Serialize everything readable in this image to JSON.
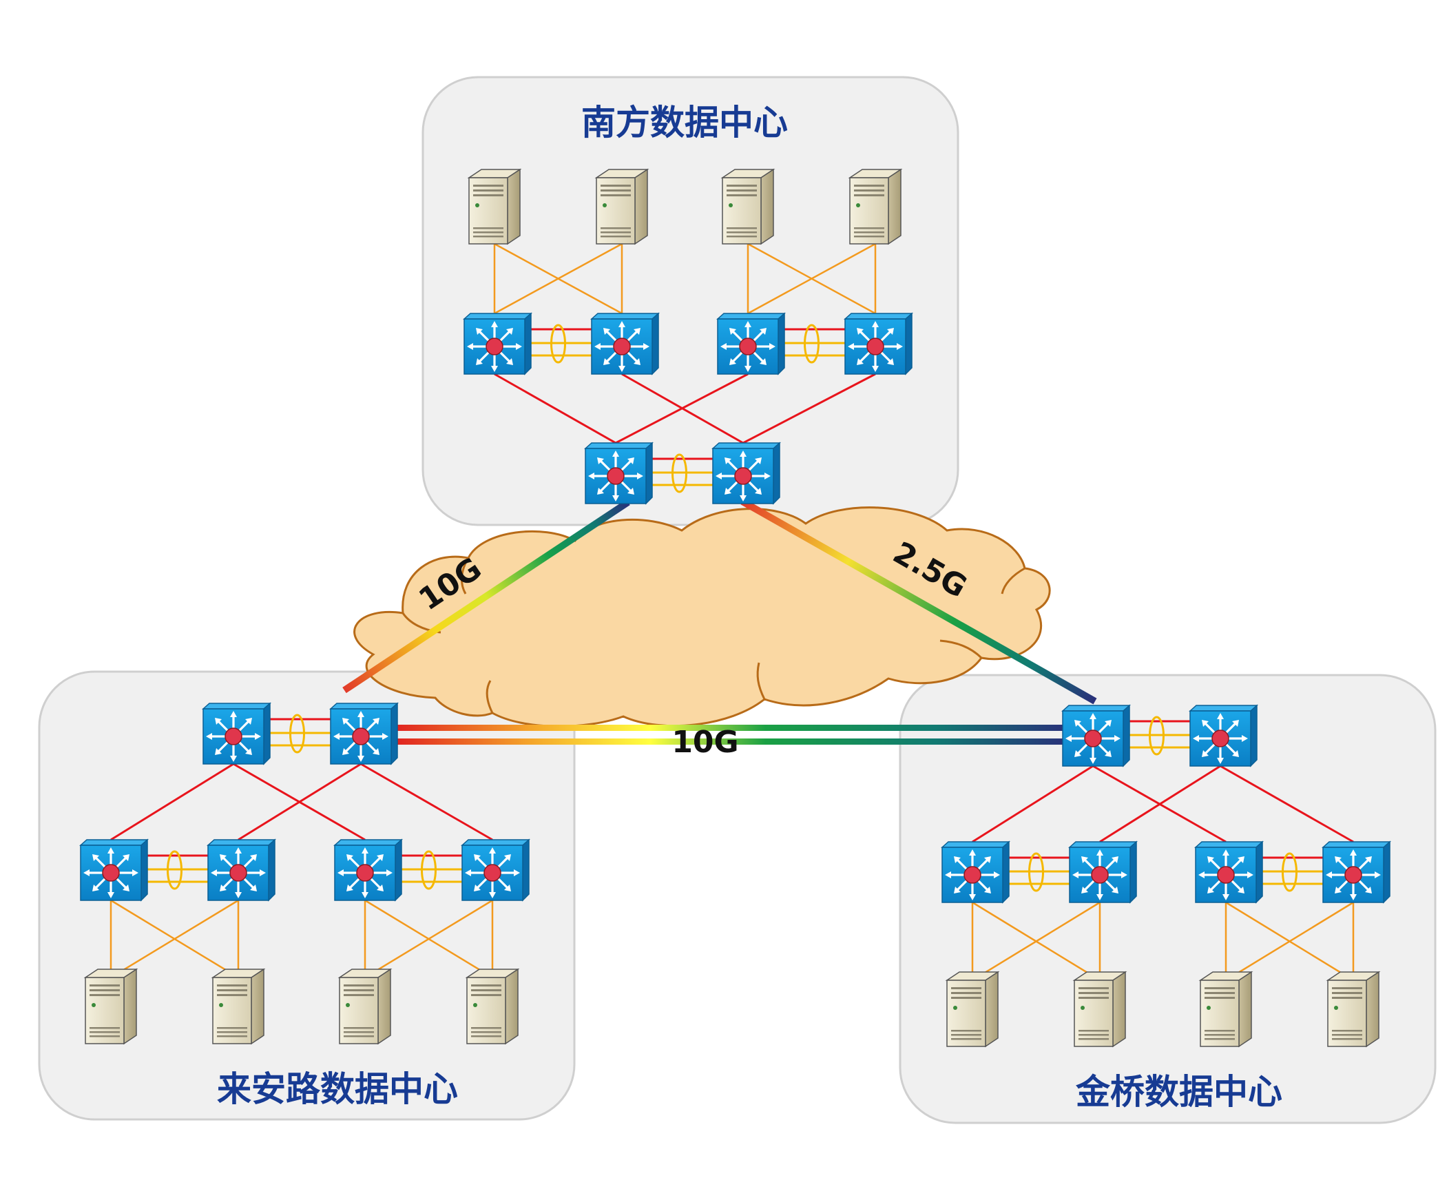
{
  "diagram": {
    "datacenters": [
      {
        "id": "south",
        "name": "南方数据中心"
      },
      {
        "id": "laian",
        "name": "来安路数据中心"
      },
      {
        "id": "jinqiao",
        "name": "金桥数据中心"
      }
    ],
    "links": [
      {
        "id": "south-laian",
        "label": "10G"
      },
      {
        "id": "south-jinqiao",
        "label": "2.5G"
      },
      {
        "id": "laian-jinqiao",
        "label": "10G"
      }
    ],
    "colors": {
      "panel_fill": "#f0f0f0",
      "panel_stroke": "#cfcfcf",
      "title": "#173b93",
      "cloud_fill": "#fad8a3",
      "cloud_stroke": "#b86b18",
      "uplink": "#e8141c",
      "server_link": "#f39a1e",
      "stack_link": "#f5b800",
      "switch_face": "#1290d6",
      "switch_core": "#e0364c",
      "server_body": "#e8e2cc"
    },
    "icons": [
      "switch-icon",
      "server-icon",
      "cloud-icon",
      "link-bundle-icon"
    ]
  }
}
